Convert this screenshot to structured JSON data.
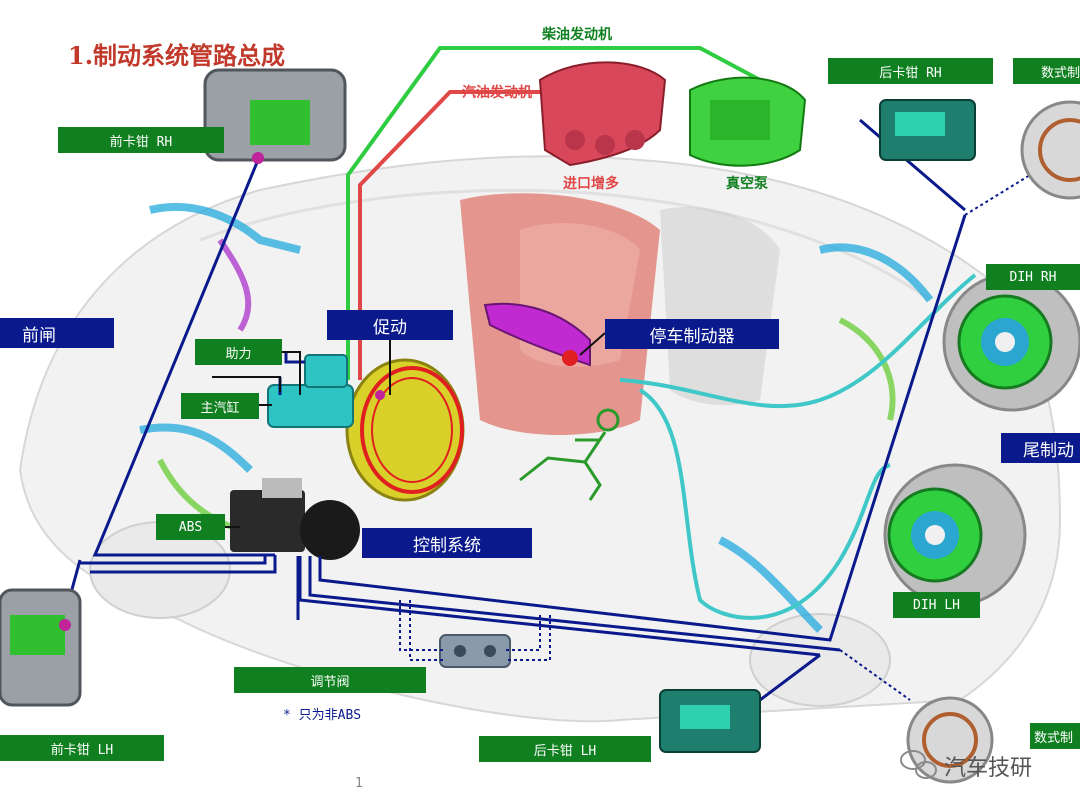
{
  "title": "1.制动系统管路总成",
  "labels": {
    "diesel_engine": "柴油发动机",
    "gasoline_engine": "汽油发动机",
    "intake_manifold": "进口增多",
    "vacuum_pump": "真空泵",
    "front_caliper_rh": "前卡钳 RH",
    "front_caliper_lh": "前卡钳 LH",
    "rear_caliper_rh": "后卡钳 RH",
    "rear_caliper_lh": "后卡钳 LH",
    "drum_brake_top": "数式制",
    "drum_brake_bottom": "数式制",
    "front_brake": "前闸",
    "booster_drive": "促动",
    "booster": "助力",
    "master_cylinder": "主汽缸",
    "parking_brake": "停车制动器",
    "abs": "ABS",
    "control_system": "控制系统",
    "dih_rh": "DIH RH",
    "dih_lh": "DIH LH",
    "rear_brake": "尾制动",
    "regulator_valve": "调节阀",
    "non_abs_note": "* 只为非ABS",
    "page_number": "1",
    "watermark": "汽车技研"
  },
  "colors": {
    "label_green": "#0f7f1f",
    "label_navy": "#0a1a8c",
    "title_red": "#c0392b",
    "diesel_line": "#2ecc40",
    "gasoline_line": "#e04848",
    "brake_line": "#0a1a8c"
  }
}
